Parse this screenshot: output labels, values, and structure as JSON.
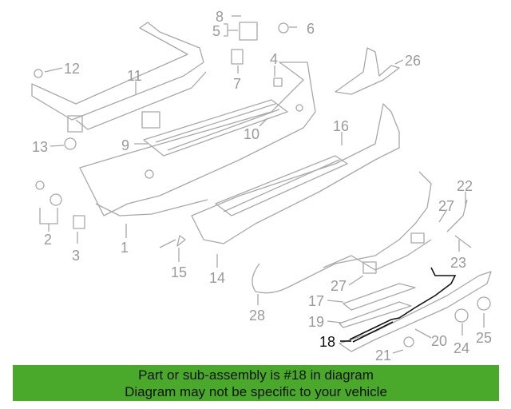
{
  "diagram": {
    "highlighted_part": "18",
    "callouts": [
      "1",
      "2",
      "3",
      "4",
      "5",
      "6",
      "7",
      "8",
      "9",
      "10",
      "11",
      "12",
      "13",
      "14",
      "15",
      "16",
      "17",
      "19",
      "20",
      "21",
      "22",
      "23",
      "24",
      "25",
      "26",
      "27",
      "27",
      "28"
    ],
    "highlight_label": "18"
  },
  "banner": {
    "line1": "Part or sub-assembly is #18 in diagram",
    "line2": "Diagram may not be specific to your vehicle",
    "color": "#4aa82a"
  }
}
